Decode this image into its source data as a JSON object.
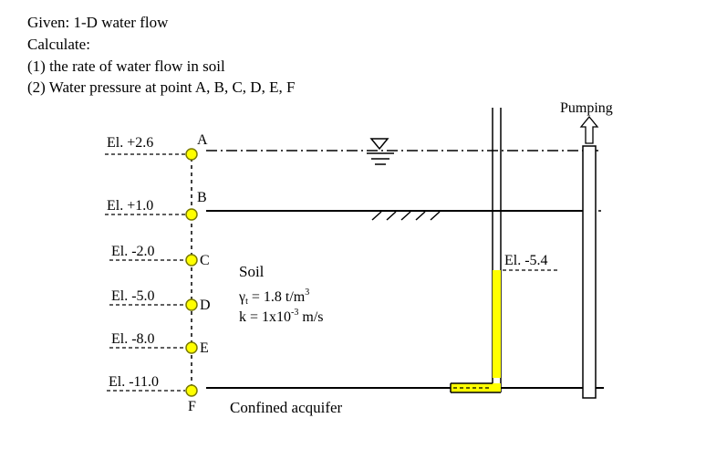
{
  "given": {
    "line1": "Given: 1-D water flow",
    "line2": "Calculate:",
    "line3": "(1) the rate of water flow in soil",
    "line4": "(2) Water pressure at point A, B, C, D, E, F"
  },
  "points": [
    {
      "id": "A",
      "elevation_label": "El. +2.6"
    },
    {
      "id": "B",
      "elevation_label": "El. +1.0"
    },
    {
      "id": "C",
      "elevation_label": "El. -2.0"
    },
    {
      "id": "D",
      "elevation_label": "El. -5.0"
    },
    {
      "id": "E",
      "elevation_label": "El. -8.0"
    },
    {
      "id": "F",
      "elevation_label": "El. -11.0"
    }
  ],
  "soil": {
    "label": "Soil",
    "gamma_symbol": "γ",
    "gamma_sub": "t",
    "gamma_value": " = 1.8 t/m",
    "gamma_exp": "3",
    "k_text": "k = 1x10",
    "k_exp": "-3",
    "k_unit": " m/s"
  },
  "piezometer": {
    "elevation_label": "El. -5.4"
  },
  "pumping": {
    "label": "Pumping"
  },
  "aquifer": {
    "label": "Confined acquifer"
  },
  "colors": {
    "marker_fill": "#ffff00",
    "marker_stroke": "#7a7a00",
    "line": "#000000"
  }
}
